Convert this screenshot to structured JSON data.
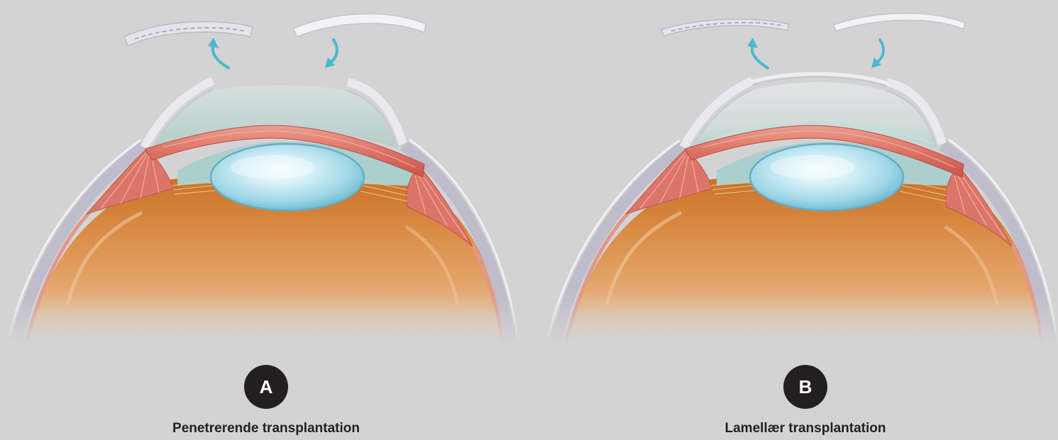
{
  "panels": [
    {
      "badge": "A",
      "caption": "Penetrerende transplantation"
    },
    {
      "badge": "B",
      "caption": "Lamellær transplantation"
    }
  ],
  "colors": {
    "background": "#d3d3d4",
    "badge": "#231f20",
    "arrow": "#4cb8cc",
    "globe": "#d98b3e",
    "iris": "#d86a5c",
    "lens": "#9fd6e6"
  }
}
